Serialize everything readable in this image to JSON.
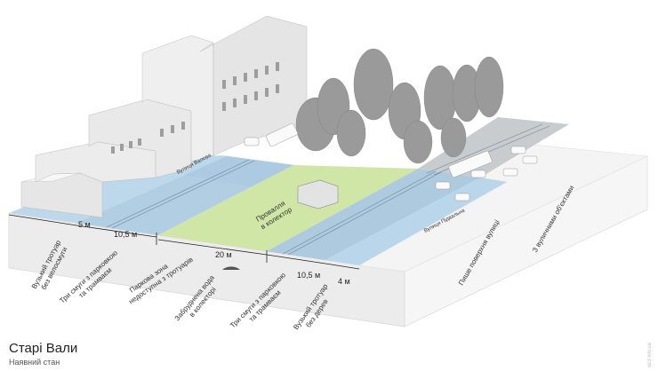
{
  "title": "Старі Вали",
  "subtitle": "Наявний стан",
  "credit": "ec3 lviv.ua",
  "colors": {
    "sidewalk": "#b9d6ea",
    "green_zone": "#cfe6a6",
    "road": "#d7dadc",
    "white_area": "#f4f4f4",
    "building": "#e9e9e9",
    "tree": "#9a9a9a"
  },
  "dimensions": {
    "d1": "5 м",
    "d2": "10,5 м",
    "d3": "20 м",
    "d4": "10,5 м",
    "d5": "4 м"
  },
  "zone_labels": {
    "z1": [
      "Вузький тротуар",
      "без велосмуги"
    ],
    "z2": [
      "Три смуги з парковкою",
      "та трамваєм"
    ],
    "z3": [
      "Паркова зона",
      "недоступна з тротуарів"
    ],
    "z4": [
      "Забруднена вода",
      "в колекторі"
    ],
    "z5": [
      "Три смуги з парковкою",
      "та трамваєм"
    ],
    "z6": [
      "Вузький тротуар",
      "без дерев"
    ],
    "z7": [
      "Пише поверхня вулиці"
    ],
    "z8": [
      "З вуличними об'єктами"
    ]
  },
  "map_labels": {
    "collapse": [
      "Провалля",
      "в колектор"
    ],
    "street_left": "Вулиця Валова",
    "street_right": "Вулиця Підвальна"
  }
}
